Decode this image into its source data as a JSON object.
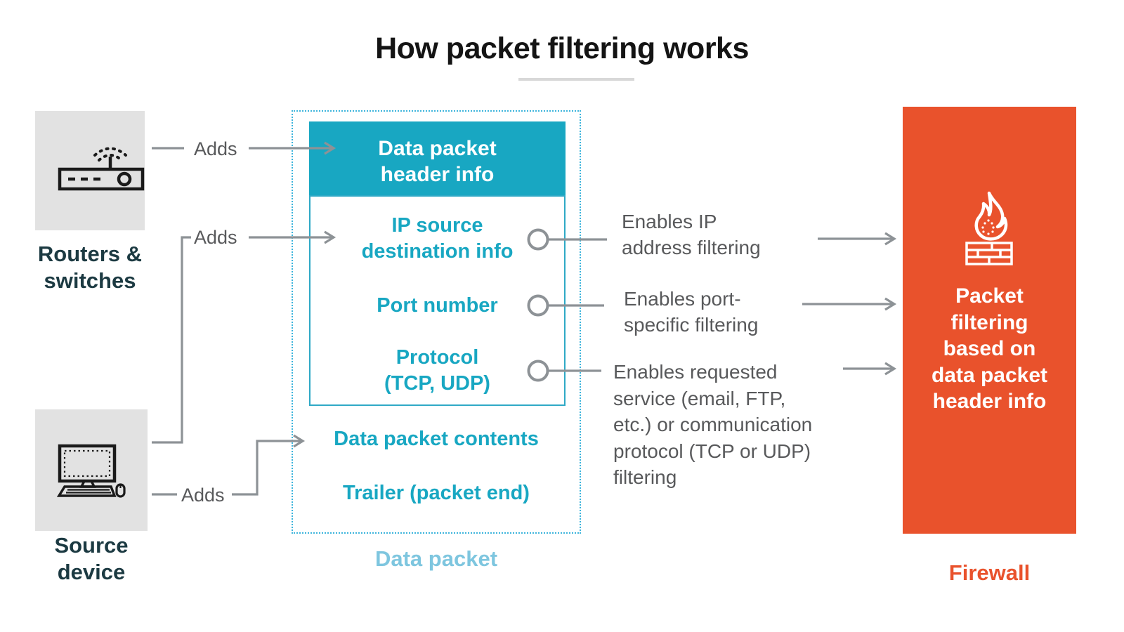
{
  "title": "How packet filtering works",
  "devices": [
    {
      "id": "routers",
      "label_lines": [
        "Routers &",
        "switches"
      ]
    },
    {
      "id": "source",
      "label_lines": [
        "Source",
        "device"
      ]
    }
  ],
  "adds_labels": [
    "Adds",
    "Adds",
    "Adds"
  ],
  "packet": {
    "caption": "Data packet",
    "header_lines": [
      "Data packet",
      "header info"
    ],
    "fields": [
      {
        "lines": [
          "IP source",
          "destination info"
        ]
      },
      {
        "lines": [
          "Port number"
        ]
      },
      {
        "lines": [
          "Protocol",
          "(TCP, UDP)"
        ]
      }
    ],
    "contents": "Data packet contents",
    "trailer": "Trailer (packet end)"
  },
  "annotations": [
    {
      "lines": [
        "Enables IP",
        "address filtering"
      ]
    },
    {
      "lines": [
        "Enables port-",
        "specific filtering"
      ]
    },
    {
      "lines": [
        "Enables requested",
        "service (email, FTP,",
        "etc.) or communication",
        "protocol (TCP or UDP)",
        "filtering"
      ]
    }
  ],
  "firewall": {
    "box_lines": [
      "Packet",
      "filtering",
      "based on",
      "data packet",
      "header info"
    ],
    "caption": "Firewall"
  },
  "colors": {
    "teal": "#18a7c2",
    "teal_box_border": "#2fa9c6",
    "dotted_border": "#3cb4dc",
    "packet_caption": "#7ec6df",
    "orange": "#e9522c",
    "device_box_gray": "#e2e2e2",
    "dark_label": "#1c3a42",
    "annotation_gray": "#58595b",
    "connector_gray": "#8d9296",
    "title_black": "#141414",
    "underline_gray": "#d8d8d8"
  }
}
